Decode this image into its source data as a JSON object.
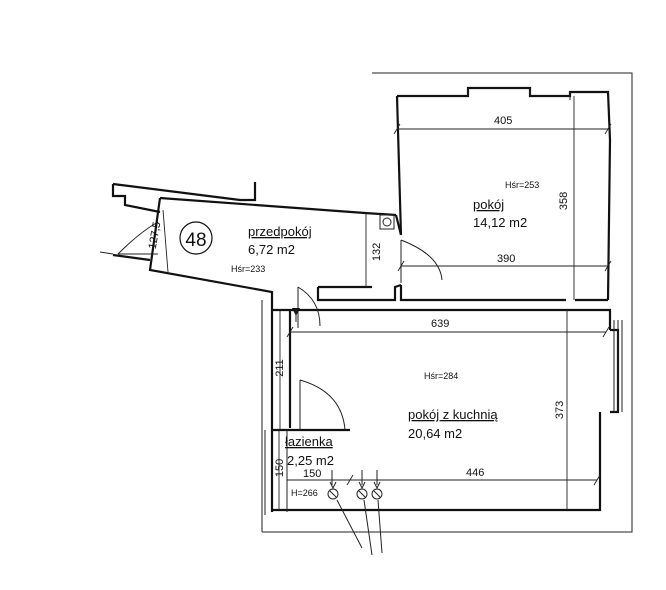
{
  "unit": {
    "number": "48"
  },
  "rooms": {
    "przedpokoj": {
      "name": "przedpokój",
      "area": "6,72 m2",
      "height": "Hśr=233"
    },
    "pokoj": {
      "name": "pokój",
      "area": "14,12 m2",
      "height": "Hśr=253"
    },
    "pokoj_kuchnia": {
      "name": "pokój z kuchnią",
      "area": "20,64 m2",
      "height": "Hśr=284"
    },
    "lazienka": {
      "name": "łazienka",
      "area": "2,25 m2",
      "height": "H=266"
    }
  },
  "dimensions": {
    "d405": "405",
    "d358": "358",
    "d390": "390",
    "d132": "132",
    "d1275": "127,5",
    "d639": "639",
    "d211": "211",
    "d373": "373",
    "d446": "446",
    "d150_h": "150",
    "d150_v": "150"
  }
}
